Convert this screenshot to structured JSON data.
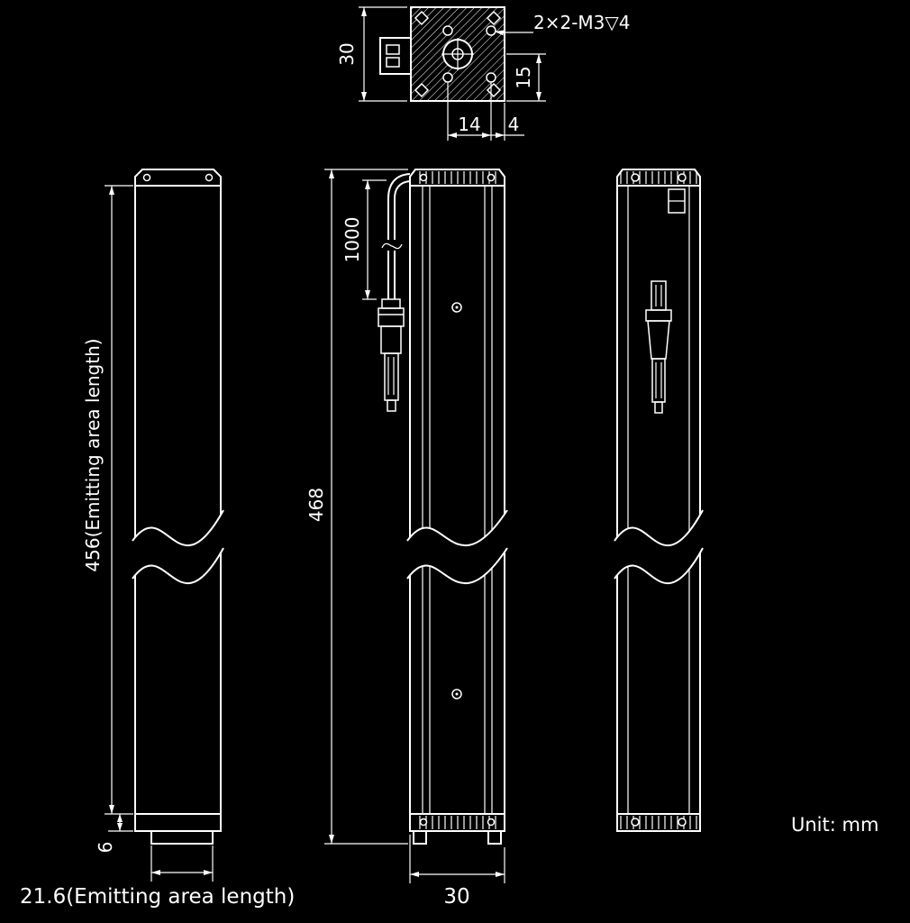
{
  "colors": {
    "background": "#000000",
    "line": "#ffffff"
  },
  "unit_label": "Unit: mm",
  "top_view": {
    "height": "30",
    "hole_row_offset": "15",
    "hole_pitch": "14",
    "hole_edge_offset": "4",
    "thread_callout": "2×2-M3▽4"
  },
  "front_view": {
    "emitting_length": "456(Emitting area length)",
    "end_cap": "6",
    "emitting_width": "21.6(Emitting area length)"
  },
  "side_view": {
    "cable_length": "1000",
    "overall_length": "468",
    "width": "30"
  }
}
